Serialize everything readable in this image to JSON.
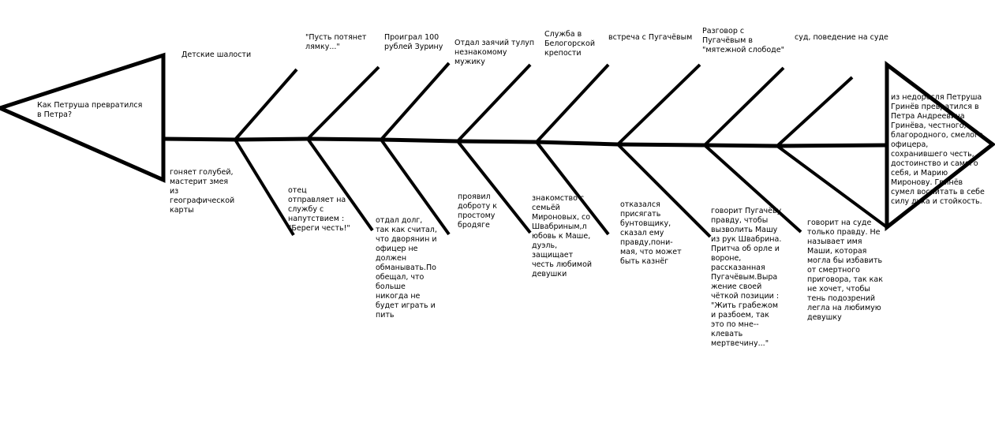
{
  "diagram": {
    "head_question": "Как Петруша превратился в Петра?",
    "result": "из недоросля Петруша Гринёв превратился в Петра Андреевича Гринёва, честного, благородного, смелого офицера, сохранившего честь, достоинство и самого себя, и Марию Миронову. Гринёв сумел воспитать в себе силу духа и стойкость.",
    "top_labels": [
      "Детские шалости",
      "\"Пусть потянет лямку...\"",
      "Проиграл 100 рублей Зурину",
      "Отдал заячий тулуп незнакомому мужику",
      "Служба в Белогорской крепости",
      "встреча с Пугачёвым",
      "Разговор с Пугачёвым в \"мятежной слободе\"",
      "суд, поведение на суде"
    ],
    "bottom_labels": [
      "гоняет голубей, мастерит змея из географической карты",
      "отец отправляет на службу с напутствием : \"Береги честь!\"",
      "отдал долг, так как считал, что дворянин и офицер не должен обманывать.По обещал, что больше никогда не будет играть и пить",
      "проявил доброту к простому бродяге",
      "знакомство с семьёй Мироновых, со Швабриным,л юбовь к Маше, дуэль, защищает честь любимой девушки",
      "отказался присягать бунтовщику, сказал ему правду,пони-мая, что может быть казнёг",
      "говорит Пугачёву правду, чтобы вызволить Машу из рук Швабрина. Притча об орле и вороне, рассказанная Пугачёвым.Выра жение своей чёткой позиции : \"Жить грабежом и разбоем, так это по мне-- клевать мертвечину...\"",
      "говорит на суде только правду. Не называет имя Маши, которая могла бы избавить от смертного приговора, так как не хочет, чтобы тень подозрений легла на любимую девушку"
    ]
  }
}
